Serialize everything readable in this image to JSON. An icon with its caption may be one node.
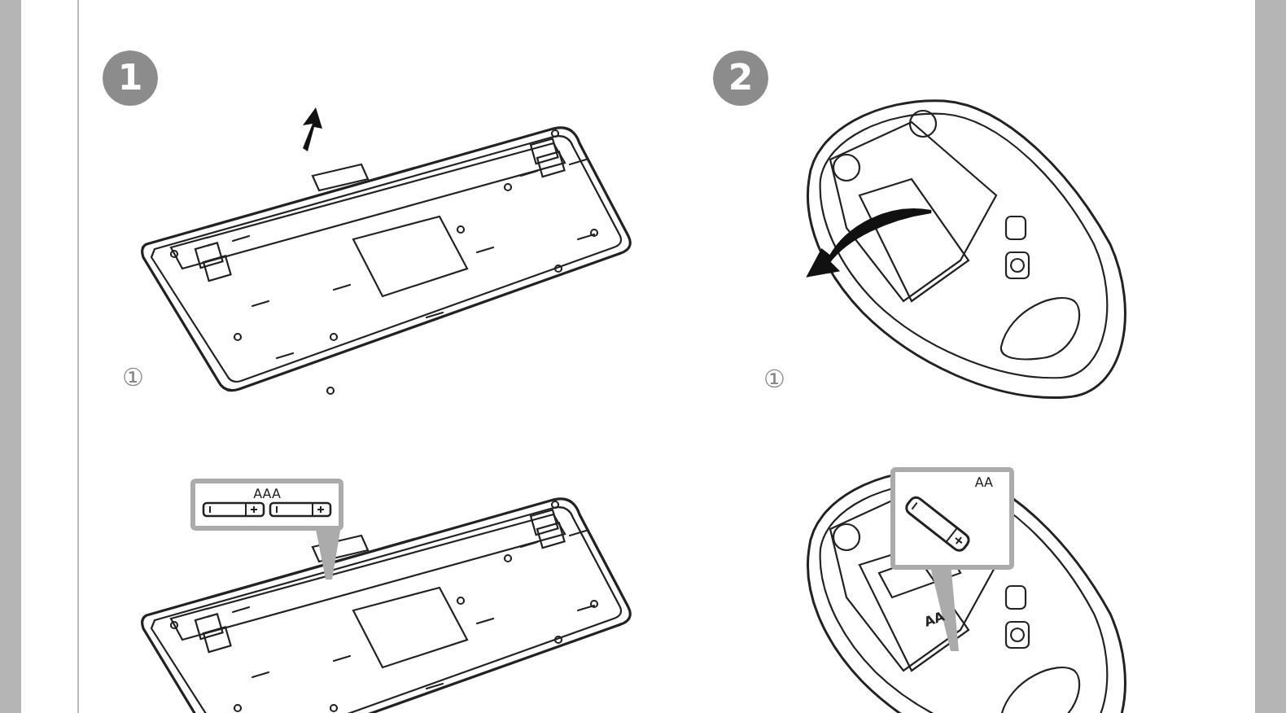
{
  "diagram": {
    "nodes": [
      {
        "text": [
          "1"
        ]
      },
      {
        "text": [
          "2"
        ]
      },
      {
        "text": [
          "AAA"
        ]
      },
      {
        "text": [
          "AA"
        ]
      }
    ],
    "labels": [
      "①",
      "①",
      "AA"
    ]
  }
}
